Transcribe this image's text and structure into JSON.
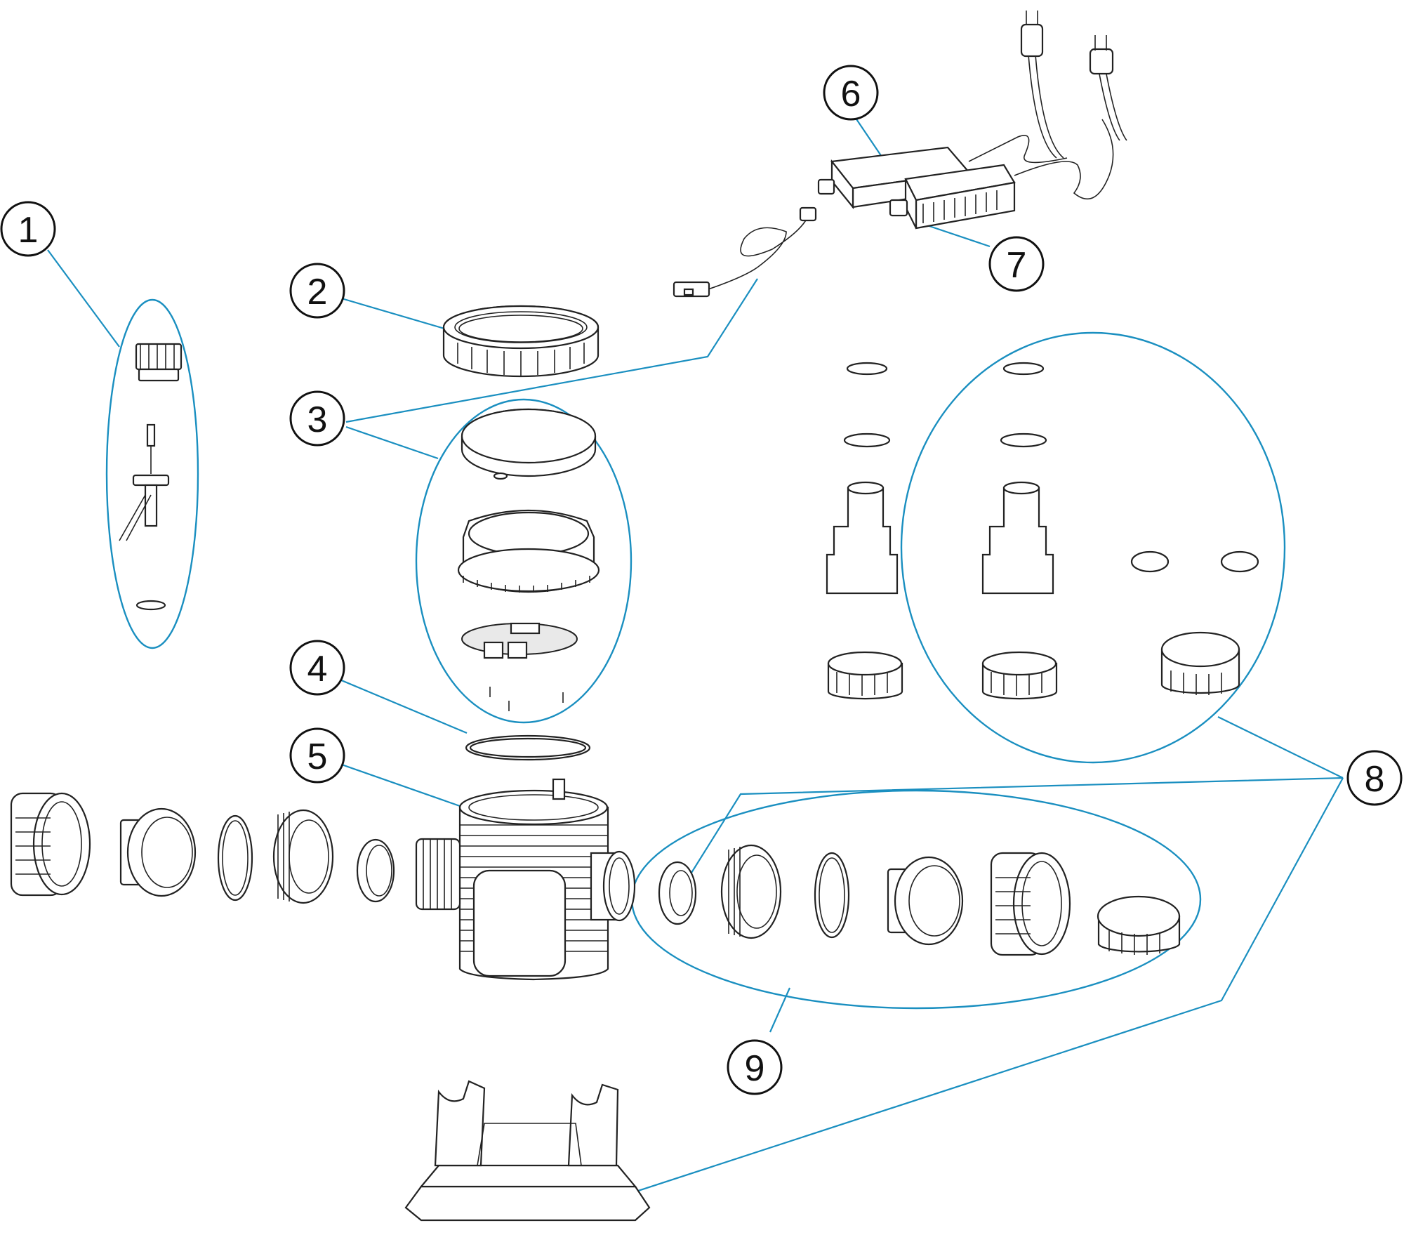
{
  "diagram": {
    "accent_color": "#1a8fc0",
    "ink_color": "#222222",
    "callouts": [
      {
        "id": "1",
        "label": "1"
      },
      {
        "id": "2",
        "label": "2"
      },
      {
        "id": "3",
        "label": "3"
      },
      {
        "id": "4",
        "label": "4"
      },
      {
        "id": "5",
        "label": "5"
      },
      {
        "id": "6",
        "label": "6"
      },
      {
        "id": "7",
        "label": "7"
      },
      {
        "id": "8",
        "label": "8"
      },
      {
        "id": "9",
        "label": "9"
      }
    ]
  }
}
